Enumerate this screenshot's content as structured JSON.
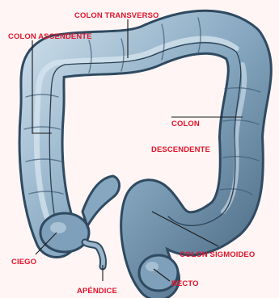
{
  "diagram": {
    "labels": {
      "transverse": "COLON TRANSVERSO",
      "ascending": "COLON ASCENDENTE",
      "descending_line1": "COLON",
      "descending_line2": "DESCENDENTE",
      "sigmoid": "COLON SIGMOIDEO",
      "cecum": "CIEGO",
      "rectum": "RECTO",
      "appendix": "APÉNDICE"
    },
    "colors": {
      "label_red": "#e3152b",
      "leader_line": "#1a1a1a",
      "colon_fill": "#7d9fba",
      "colon_shadow": "#3e5b74",
      "colon_highlight": "#c6d9e7",
      "background": "#fff5f5"
    }
  }
}
